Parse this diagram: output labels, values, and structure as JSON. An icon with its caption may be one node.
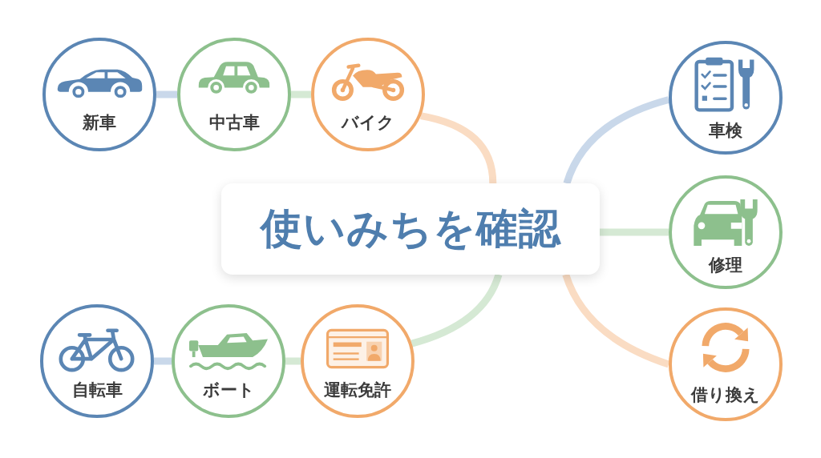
{
  "diagram": {
    "nodes": [
      {
        "text": [
          "使いみちを確認"
        ]
      },
      {
        "text": [
          "新車"
        ]
      },
      {
        "text": [
          "中古車"
        ]
      },
      {
        "text": [
          "バイク"
        ]
      },
      {
        "text": [
          "車検"
        ]
      },
      {
        "text": [
          "修理"
        ]
      },
      {
        "text": [
          "借り換え"
        ]
      },
      {
        "text": [
          "自転車"
        ]
      },
      {
        "text": [
          "ボート"
        ]
      },
      {
        "text": [
          "運転免許"
        ]
      }
    ],
    "edges": [
      {
        "from": 1,
        "to": 2,
        "arrow": "none",
        "color": "#c9d8ea"
      },
      {
        "from": 2,
        "to": 3,
        "arrow": "none"
      },
      {
        "from": 3,
        "to": 0,
        "arrow": "none",
        "color": "#fadcc3"
      },
      {
        "from": 0,
        "to": 4,
        "arrow": "none",
        "color": "#c9d8ea"
      },
      {
        "from": 0,
        "to": 5,
        "arrow": "none"
      },
      {
        "from": 0,
        "to": 6,
        "arrow": "none",
        "color": "#fadcc3"
      },
      {
        "from": 0,
        "to": 9,
        "arrow": "none"
      },
      {
        "from": 7,
        "to": 8,
        "arrow": "none",
        "color": "#c9d8ea"
      },
      {
        "from": 8,
        "to": 9,
        "arrow": "none"
      }
    ]
  }
}
